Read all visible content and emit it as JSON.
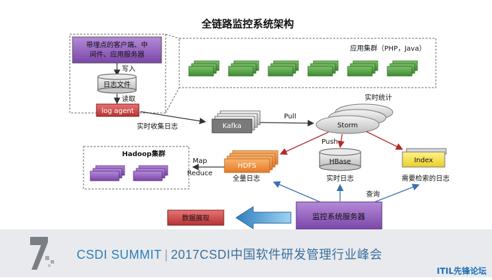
{
  "title": "全链路监控系统架构",
  "client_box": {
    "lines": [
      "带埋点的客户端、中",
      "间件、应用服务器"
    ]
  },
  "write_label": "写入",
  "logfile_label": "日志文件",
  "read_label": "读取",
  "logagent_label": "log agent",
  "app_cluster_label": "应用集群（PHP，Java）",
  "collect_label": "实时收集日志",
  "kafka_label": "Kafka",
  "pull_label": "Pull",
  "stats_label": "实时统计",
  "storm_label": "Storm",
  "push_label": "Push",
  "hadoop_label": "Hadoop集群",
  "mapreduce_lines": [
    "Map",
    "Reduce"
  ],
  "hdfs_label": "HDFS",
  "hbase_label": "HBase",
  "index_label": "Index",
  "full_log_label": "全量日志",
  "realtime_log_label": "实时日志",
  "search_log_label": "需要检索的日志",
  "query_label": "查询",
  "monitor_label": "监控系统服务器",
  "display_label": "数据展现",
  "footer": {
    "brand": "CSDI SUMMIT",
    "separator": "|",
    "event": "2017CSDI中国软件研发管理行业峰会"
  },
  "watermark": "ITIL先锋论坛",
  "colors": {
    "green": "#5aa548",
    "purple": "#8856b3",
    "red": "#c9484a",
    "orange": "#ef8a3c",
    "yellow": "#f3e04a",
    "storm": "#d6d6d6",
    "arrow_blue": "#4aa3d8"
  }
}
